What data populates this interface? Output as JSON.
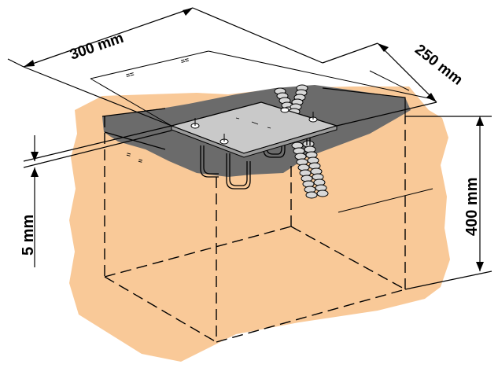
{
  "diagram": {
    "dimensions": {
      "width": "300 mm",
      "depth": "250 mm",
      "height": "400 mm",
      "plate_thickness": "5 mm"
    },
    "plate_marks": [
      "==",
      "==",
      "=",
      "="
    ],
    "colors": {
      "ground": "#f9c998",
      "concrete": "#6b6b6b",
      "plate": "#c9c9c9",
      "line": "#000000"
    }
  }
}
